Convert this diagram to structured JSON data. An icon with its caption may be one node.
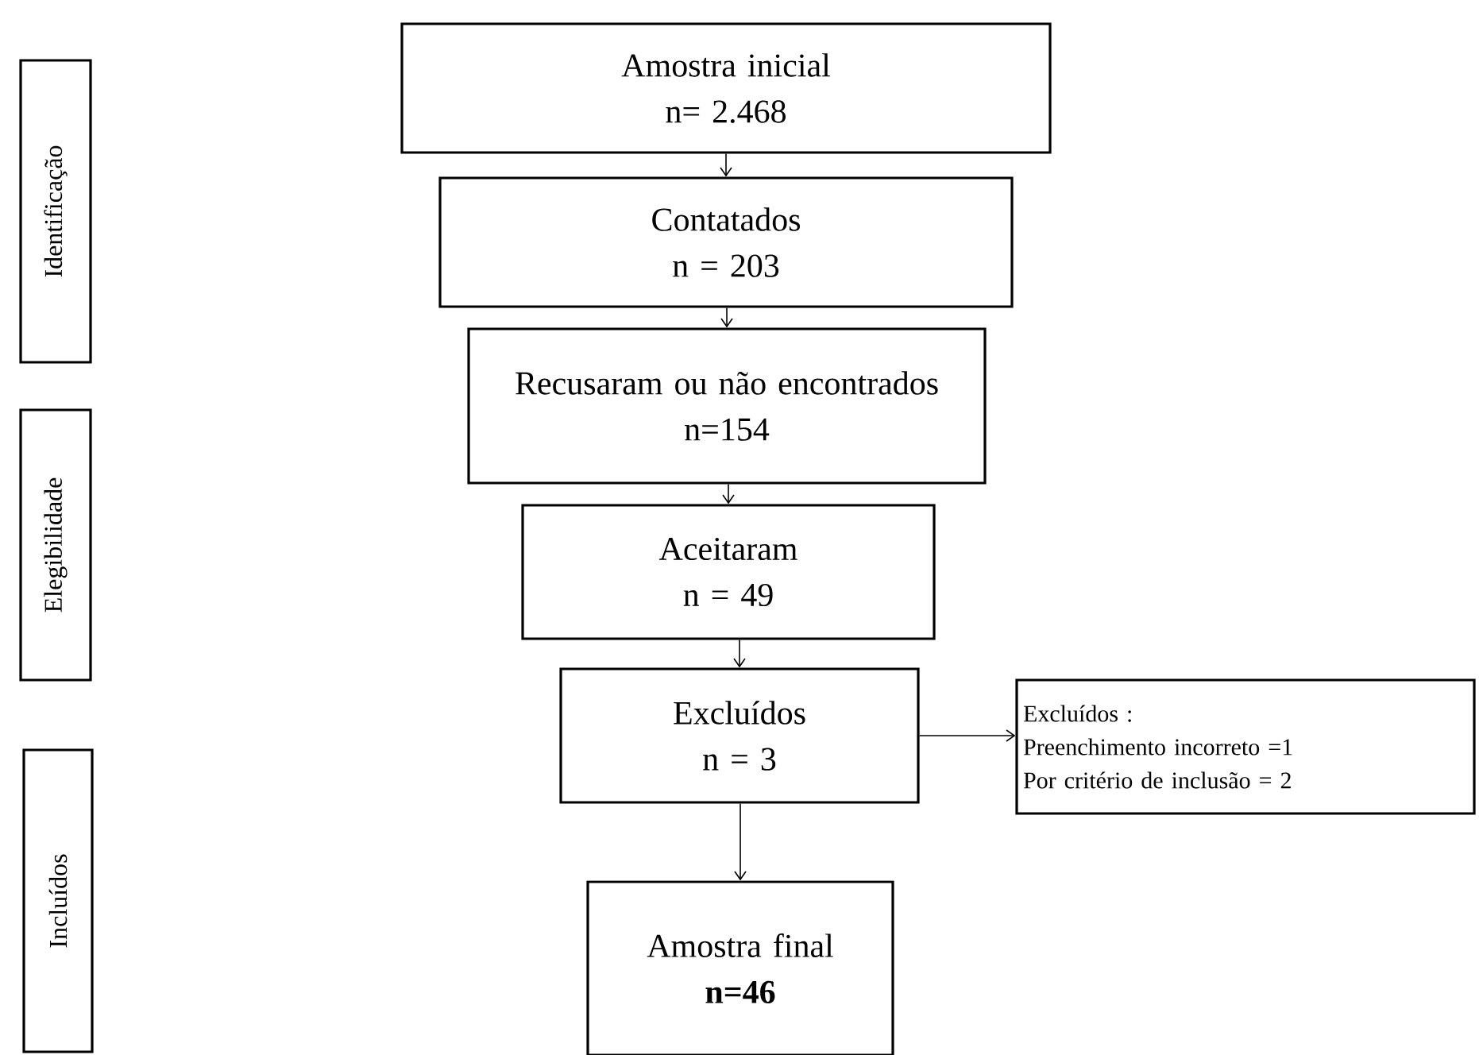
{
  "diagram": {
    "nodes": [
      {
        "text": [
          "Identificação"
        ]
      },
      {
        "text": [
          "Elegibilidade"
        ]
      },
      {
        "text": [
          "Incluídos"
        ]
      },
      {
        "text": [
          "Amostra inicial",
          "n= 2.468"
        ]
      },
      {
        "text": [
          "Contatados",
          "n = 203"
        ]
      },
      {
        "text": [
          "Recusaram ou não encontrados",
          "n=154"
        ]
      },
      {
        "text": [
          "Aceitaram",
          "n = 49"
        ]
      },
      {
        "text": [
          "Excluídos",
          "n = 3"
        ]
      },
      {
        "text": [
          "Amostra final",
          "n=46"
        ]
      },
      {
        "text": [
          "Excluídos :",
          "Preenchimento incorreto =1",
          "Por critério de inclusão = 2"
        ]
      }
    ],
    "edges": [
      {
        "from": 3,
        "to": 4,
        "arrow": "to"
      },
      {
        "from": 4,
        "to": 5,
        "arrow": "to"
      },
      {
        "from": 5,
        "to": 6,
        "arrow": "to"
      },
      {
        "from": 6,
        "to": 7,
        "arrow": "to"
      },
      {
        "from": 7,
        "to": 9,
        "arrow": "to"
      },
      {
        "from": 7,
        "to": 8,
        "arrow": "to"
      }
    ]
  }
}
